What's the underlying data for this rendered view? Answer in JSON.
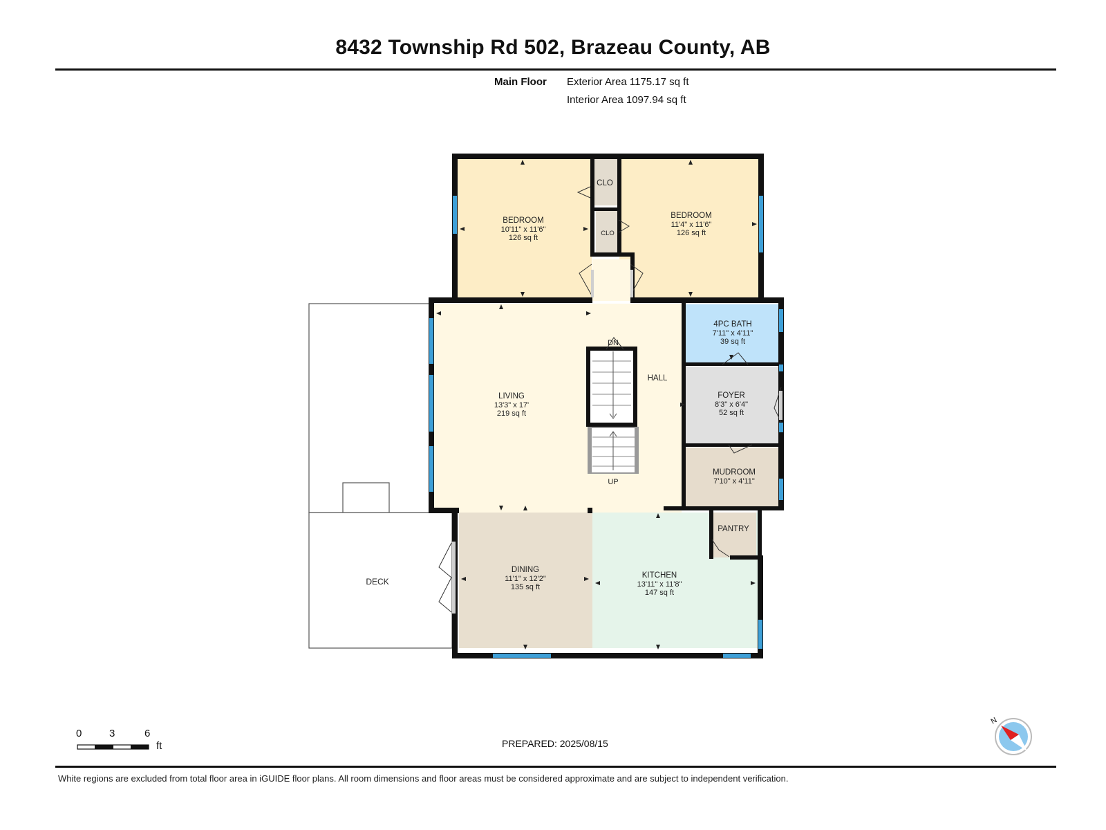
{
  "title": "8432 Township Rd 502, Brazeau County, AB",
  "floor": {
    "name": "Main Floor",
    "exterior_area": "Exterior Area 1175.17 sq ft",
    "interior_area": "Interior Area 1097.94 sq ft"
  },
  "rooms": {
    "bedroom1": {
      "name": "BEDROOM",
      "dims": "10'11\" x 11'6\"",
      "area": "126 sq ft"
    },
    "bedroom2": {
      "name": "BEDROOM",
      "dims": "11'4\" x 11'6\"",
      "area": "126 sq ft"
    },
    "clo1": {
      "name": "CLO"
    },
    "clo2": {
      "name": "CLO"
    },
    "bath": {
      "name": "4PC BATH",
      "dims": "7'11\" x 4'11\"",
      "area": "39 sq ft"
    },
    "living": {
      "name": "LIVING",
      "dims": "13'3\" x 17'",
      "area": "219 sq ft"
    },
    "hall": {
      "name": "HALL"
    },
    "foyer": {
      "name": "FOYER",
      "dims": "8'3\" x 6'4\"",
      "area": "52 sq ft"
    },
    "mudroom": {
      "name": "MUDROOM",
      "dims": "7'10\" x 4'11\""
    },
    "pantry": {
      "name": "PANTRY"
    },
    "dining": {
      "name": "DINING",
      "dims": "11'1\" x 12'2\"",
      "area": "135 sq ft"
    },
    "kitchen": {
      "name": "KITCHEN",
      "dims": "13'11\" x 11'8\"",
      "area": "147 sq ft"
    },
    "deck": {
      "name": "DECK"
    }
  },
  "stairs": {
    "down": "DN",
    "up": "UP"
  },
  "scale": {
    "ticks": [
      "0",
      "3",
      "6"
    ],
    "unit": "ft"
  },
  "compass": {
    "north": "N"
  },
  "prepared": "PREPARED: 2025/08/15",
  "disclaimer": "White regions are excluded from total floor area in iGUIDE floor plans. All room dimensions and floor areas must be considered approximate and are subject to independent verification.",
  "colors": {
    "bedroom": "#fdedc6",
    "closet": "#e3dccf",
    "bath": "#bfe3fa",
    "living": "#fff8e3",
    "foyer": "#e0e0e0",
    "mudroom": "#e6dccc",
    "dining": "#e8dfcf",
    "kitchen": "#e5f4ea",
    "wall": "#111111",
    "window": "#3ea0d8"
  }
}
